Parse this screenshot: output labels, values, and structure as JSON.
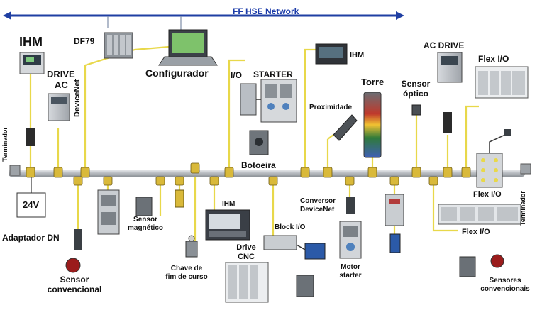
{
  "network": {
    "title": "FF HSE Network"
  },
  "devices": {
    "ihm_top_left": "IHM",
    "drive_ac": [
      "DRIVE",
      "AC"
    ],
    "df79": "DF79",
    "configurador": "Configurador",
    "io": "I/O",
    "starter": "STARTER",
    "ihm_top_mid": "IHM",
    "torre": "Torre",
    "sensor_optico": [
      "Sensor",
      "óptico"
    ],
    "ac_drive": "AC DRIVE",
    "flex_io_top": "Flex I/O",
    "proximidade": "Proximidade",
    "botoeira": "Botoeira",
    "terminador_left": "Terminador",
    "devicenet": "DeviceNet",
    "v24": "24V",
    "adaptador": "Adaptador DN",
    "sensor_convencional": [
      "Sensor",
      "convencional"
    ],
    "sensor_magnetico": [
      "Sensor",
      "magnético"
    ],
    "chave_fim": [
      "Chave de",
      "fim de curso"
    ],
    "ihm_bottom": "IHM",
    "drive_cnc": [
      "Drive",
      "CNC"
    ],
    "block_io": "Block I/O",
    "conversor": [
      "Conversor",
      "DeviceNet"
    ],
    "motor_starter": [
      "Motor",
      "starter"
    ],
    "flex_io_right": "Flex I/O",
    "flex_io_bottom": "Flex I/O",
    "terminador_right": "Terminador",
    "sensores_convencionais": [
      "Sensores",
      "convencionais"
    ]
  },
  "colors": {
    "network_arrow": "#1f3fa3",
    "trunk": "#c9cdd2",
    "drop_cable": "#e8d84a",
    "tap": "#d9b93a"
  }
}
